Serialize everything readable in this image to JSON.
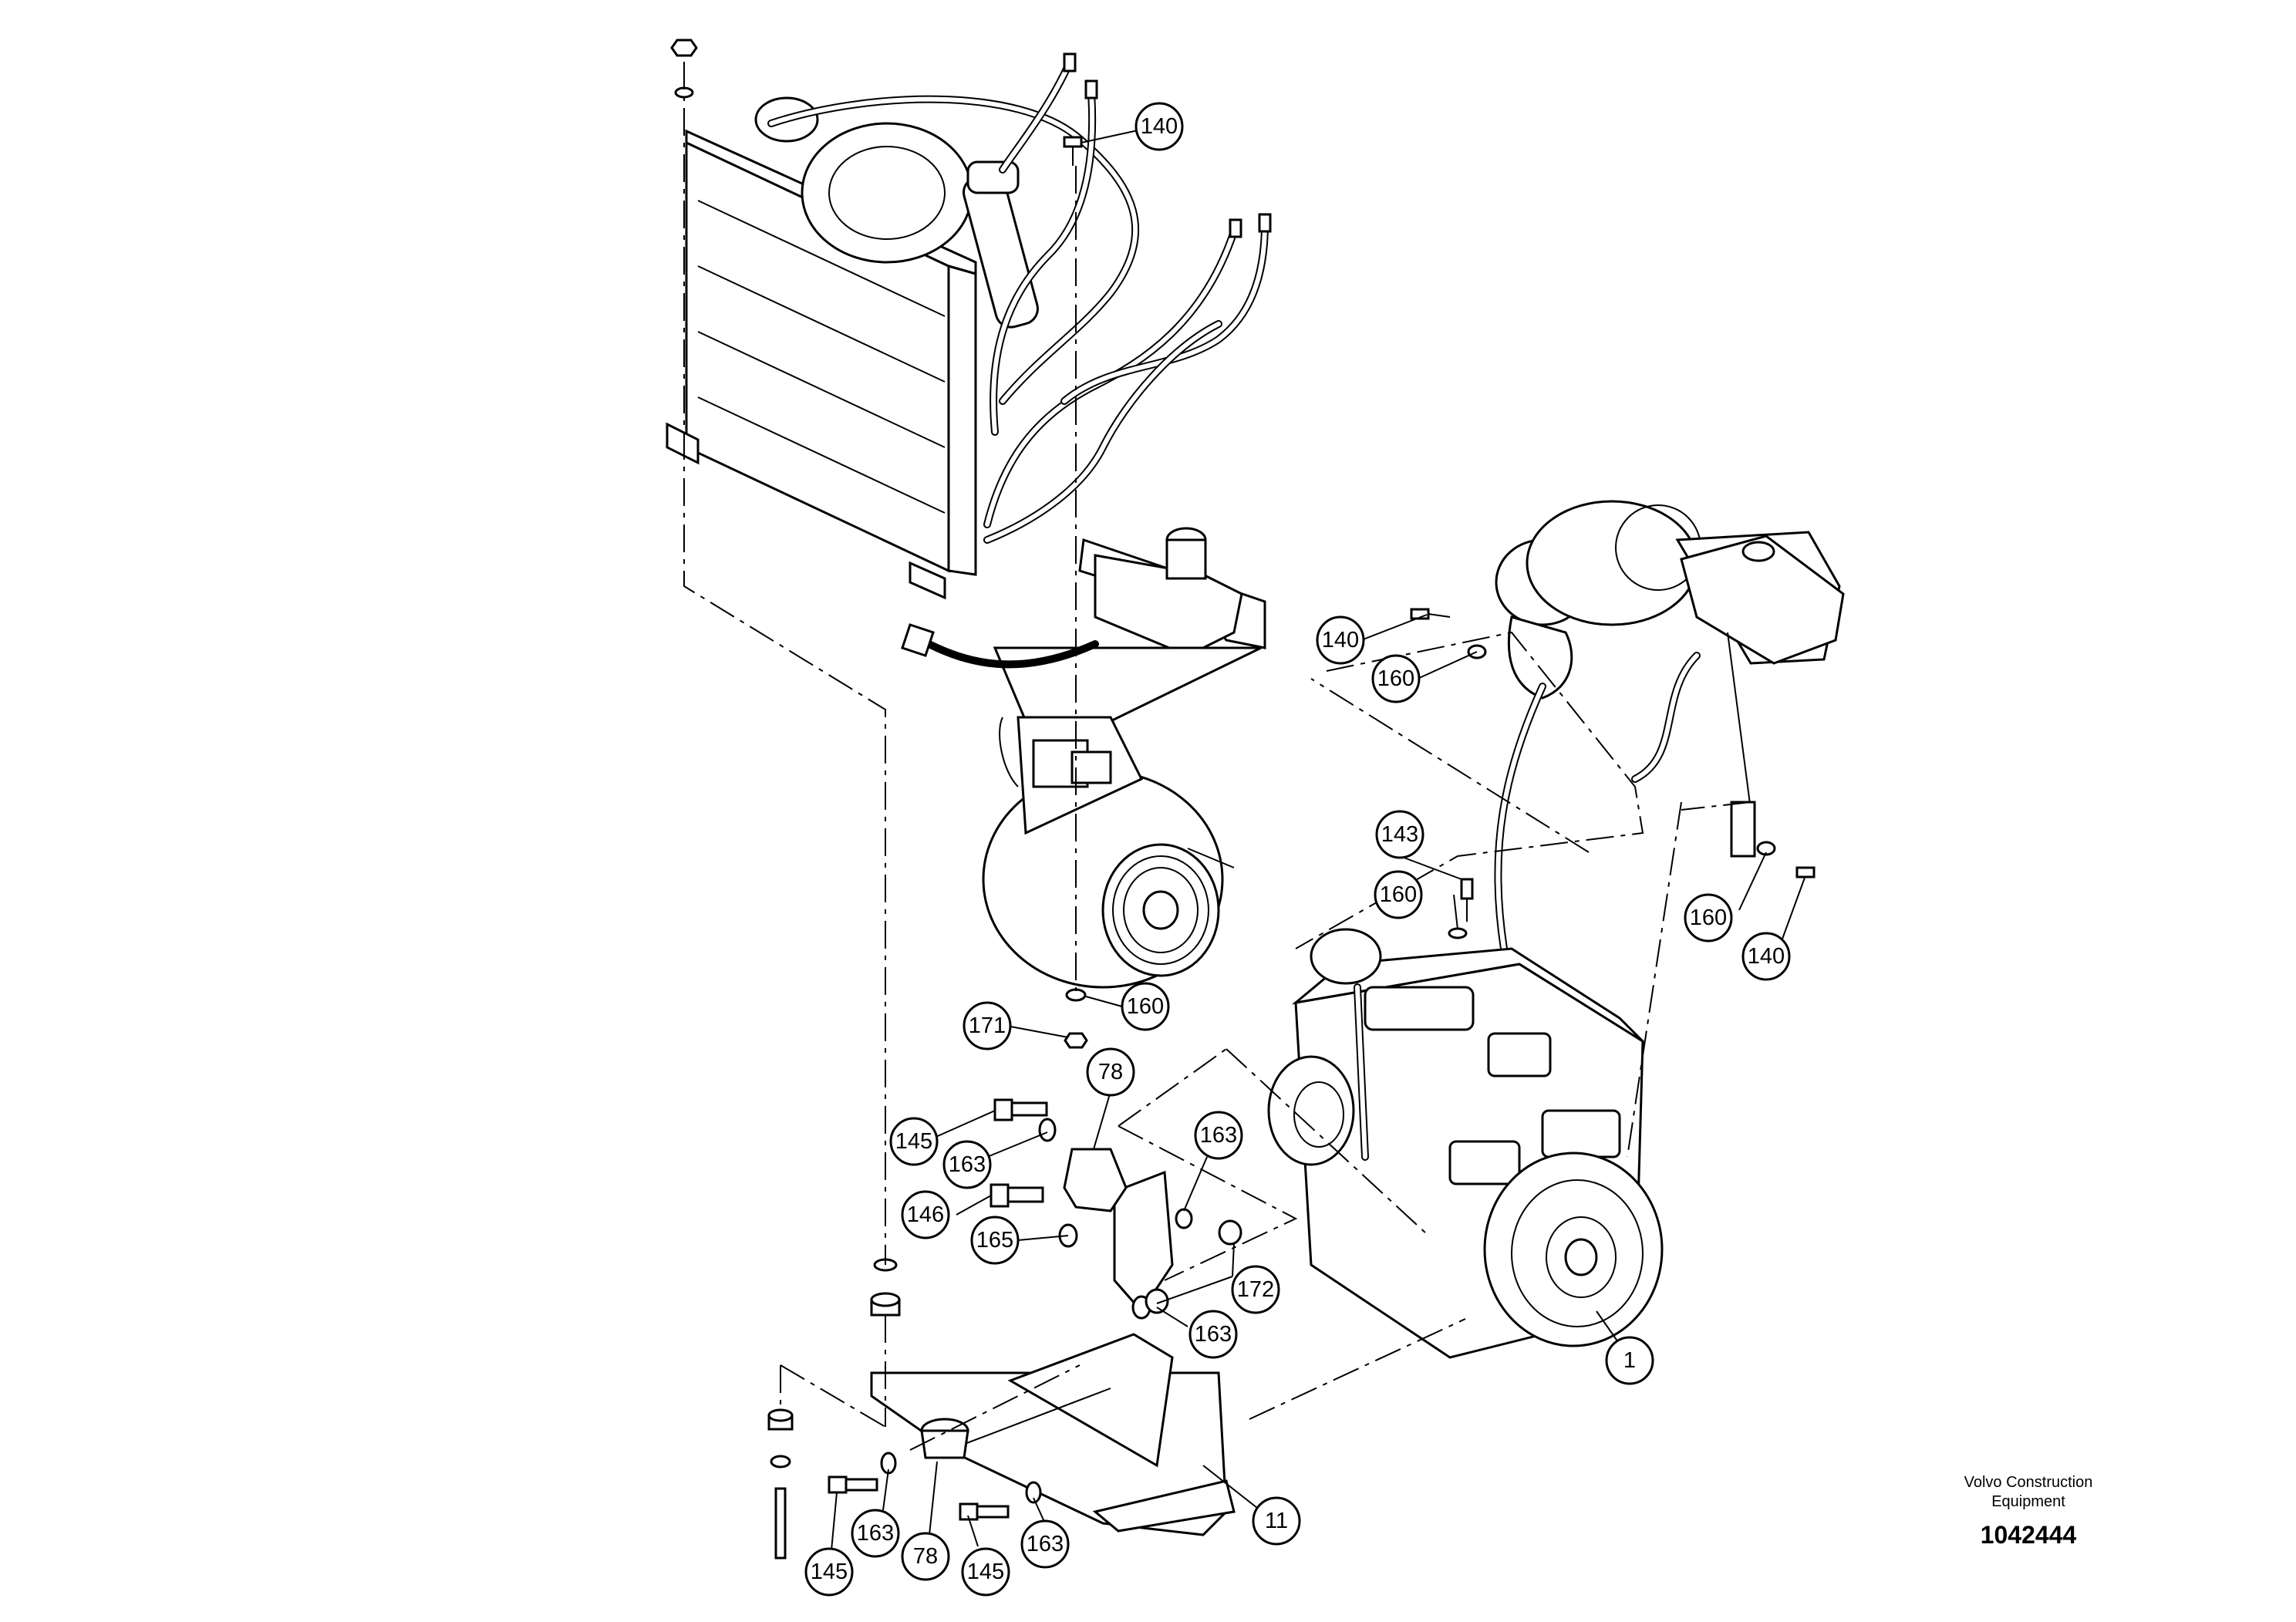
{
  "brand": {
    "name": "Volvo Construction Equipment",
    "line1": "Volvo Construction",
    "line2": "Equipment",
    "drawing_number": "1042444"
  },
  "callouts": [
    {
      "id": "c140a",
      "label": "140"
    },
    {
      "id": "c140b",
      "label": "140"
    },
    {
      "id": "c160a",
      "label": "160"
    },
    {
      "id": "c143",
      "label": "143"
    },
    {
      "id": "c160b",
      "label": "160"
    },
    {
      "id": "c160c",
      "label": "160"
    },
    {
      "id": "c140c",
      "label": "140"
    },
    {
      "id": "c171",
      "label": "171"
    },
    {
      "id": "c160d",
      "label": "160"
    },
    {
      "id": "c78a",
      "label": "78"
    },
    {
      "id": "c145a",
      "label": "145"
    },
    {
      "id": "c163a",
      "label": "163"
    },
    {
      "id": "c163b",
      "label": "163"
    },
    {
      "id": "c146",
      "label": "146"
    },
    {
      "id": "c165",
      "label": "165"
    },
    {
      "id": "c172",
      "label": "172"
    },
    {
      "id": "c163c",
      "label": "163"
    },
    {
      "id": "c1",
      "label": "1"
    },
    {
      "id": "c11",
      "label": "11"
    },
    {
      "id": "c163d",
      "label": "163"
    },
    {
      "id": "c78b",
      "label": "78"
    },
    {
      "id": "c163e",
      "label": "163"
    },
    {
      "id": "c145b",
      "label": "145"
    },
    {
      "id": "c145c",
      "label": "145"
    }
  ]
}
